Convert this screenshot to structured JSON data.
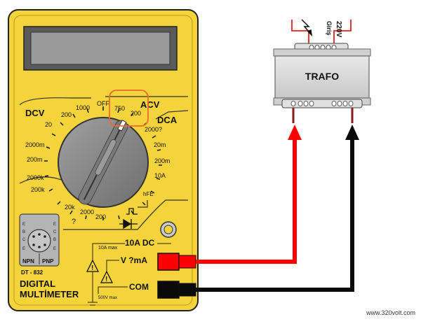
{
  "multimeter": {
    "model": "DT - 832",
    "brand_line1": "DIGITAL",
    "brand_line2": "MULTİMETER",
    "sections": {
      "dcv": "DCV",
      "acv": "ACV",
      "dca": "DCA"
    },
    "dial_labels": {
      "off": "OFF",
      "acv_750": "750",
      "acv_200": "200",
      "dcv_1000": "1000",
      "dcv_200": "200",
      "dcv_20": "20",
      "dcv_2000m": "2000m",
      "dcv_200m": "200m",
      "ohm_2000k": "2000k",
      "ohm_200k": "200k",
      "ohm_20k": "20k",
      "ohm_2000": "2000",
      "ohm_200": "200",
      "ohm_unit": "?",
      "dca_2000u": "2000?",
      "dca_20m": "20m",
      "dca_200m": "200m",
      "dca_10a": "10A",
      "hfe": "hFE"
    },
    "transistor_socket": {
      "npn": "NPN",
      "pnp": "PNP",
      "pins_left": [
        "E",
        "B",
        "C",
        "E"
      ],
      "pins_right": [
        "E",
        "C",
        "B",
        "E"
      ]
    },
    "jacks": {
      "ten_a": "10A DC",
      "ten_a_max": "10A max",
      "v_ohm_ma": "V ?mA",
      "com": "COM",
      "max_500": "500V max"
    }
  },
  "transformer": {
    "label": "TRAFO",
    "input_label": "Giriş",
    "input_voltage": "220V"
  },
  "footer": {
    "site": "www.320volt.com"
  },
  "colors": {
    "body": "#f5d33a",
    "body_dark": "#4a4a1a",
    "dial": "#8a8a8a",
    "lcd": "#9a9a9a",
    "red_probe": "#ff0000",
    "black_probe": "#0a0a0a",
    "highlight": "#ee6a30",
    "trafo": "#dcdcdc"
  }
}
